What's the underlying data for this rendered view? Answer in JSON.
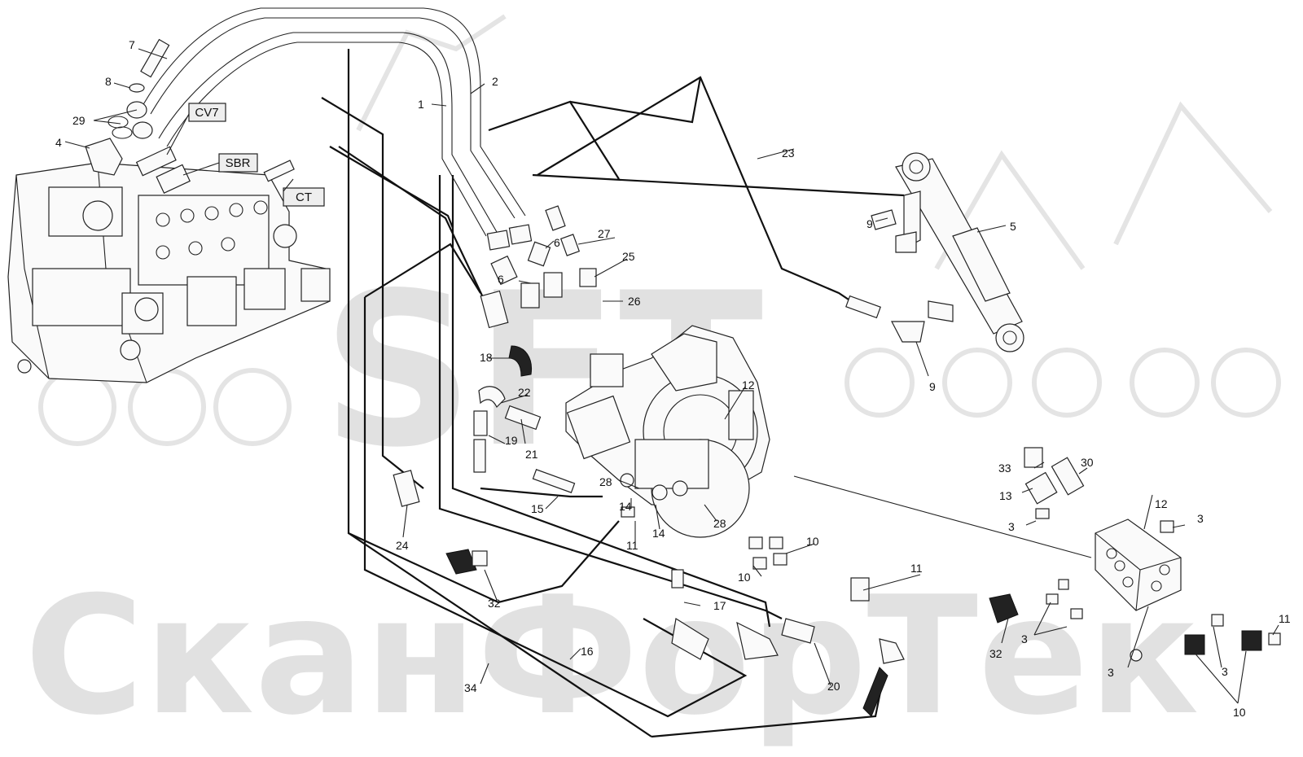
{
  "watermark": {
    "logo": "SFT",
    "text": "СканФорТек"
  },
  "boxed_labels": [
    {
      "id": "cv7",
      "text": "CV7"
    },
    {
      "id": "sbr",
      "text": "SBR"
    },
    {
      "id": "ct",
      "text": "CT"
    }
  ],
  "callouts": [
    {
      "id": "c7",
      "text": "7"
    },
    {
      "id": "c8",
      "text": "8"
    },
    {
      "id": "c29",
      "text": "29"
    },
    {
      "id": "c4",
      "text": "4"
    },
    {
      "id": "c1",
      "text": "1"
    },
    {
      "id": "c2",
      "text": "2"
    },
    {
      "id": "c23",
      "text": "23"
    },
    {
      "id": "c9a",
      "text": "9"
    },
    {
      "id": "c5",
      "text": "5"
    },
    {
      "id": "c9b",
      "text": "9"
    },
    {
      "id": "c27",
      "text": "27"
    },
    {
      "id": "c6a",
      "text": "6"
    },
    {
      "id": "c6b",
      "text": "6"
    },
    {
      "id": "c25",
      "text": "25"
    },
    {
      "id": "c26",
      "text": "26"
    },
    {
      "id": "c18",
      "text": "18"
    },
    {
      "id": "c22",
      "text": "22"
    },
    {
      "id": "c19",
      "text": "19"
    },
    {
      "id": "c21",
      "text": "21"
    },
    {
      "id": "c12a",
      "text": "12"
    },
    {
      "id": "c28a",
      "text": "28"
    },
    {
      "id": "c14a",
      "text": "14"
    },
    {
      "id": "c15",
      "text": "15"
    },
    {
      "id": "c14b",
      "text": "14"
    },
    {
      "id": "c11a",
      "text": "11"
    },
    {
      "id": "c28b",
      "text": "28"
    },
    {
      "id": "c24",
      "text": "24"
    },
    {
      "id": "c32a",
      "text": "32"
    },
    {
      "id": "c10a",
      "text": "10"
    },
    {
      "id": "c10b",
      "text": "10"
    },
    {
      "id": "c17",
      "text": "17"
    },
    {
      "id": "c11b",
      "text": "11"
    },
    {
      "id": "c16",
      "text": "16"
    },
    {
      "id": "c34",
      "text": "34"
    },
    {
      "id": "c20",
      "text": "20"
    },
    {
      "id": "c33",
      "text": "33"
    },
    {
      "id": "c30",
      "text": "30"
    },
    {
      "id": "c13",
      "text": "13"
    },
    {
      "id": "c12b",
      "text": "12"
    },
    {
      "id": "c3a",
      "text": "3"
    },
    {
      "id": "c3b",
      "text": "3"
    },
    {
      "id": "c32b",
      "text": "32"
    },
    {
      "id": "c3c",
      "text": "3"
    },
    {
      "id": "c3d",
      "text": "3"
    },
    {
      "id": "c3e",
      "text": "3"
    },
    {
      "id": "c11c",
      "text": "11"
    },
    {
      "id": "c10c",
      "text": "10"
    }
  ],
  "icons": [
    "control-valve-icon",
    "pump-icon",
    "hydraulic-cylinder-icon",
    "manifold-block-icon"
  ]
}
